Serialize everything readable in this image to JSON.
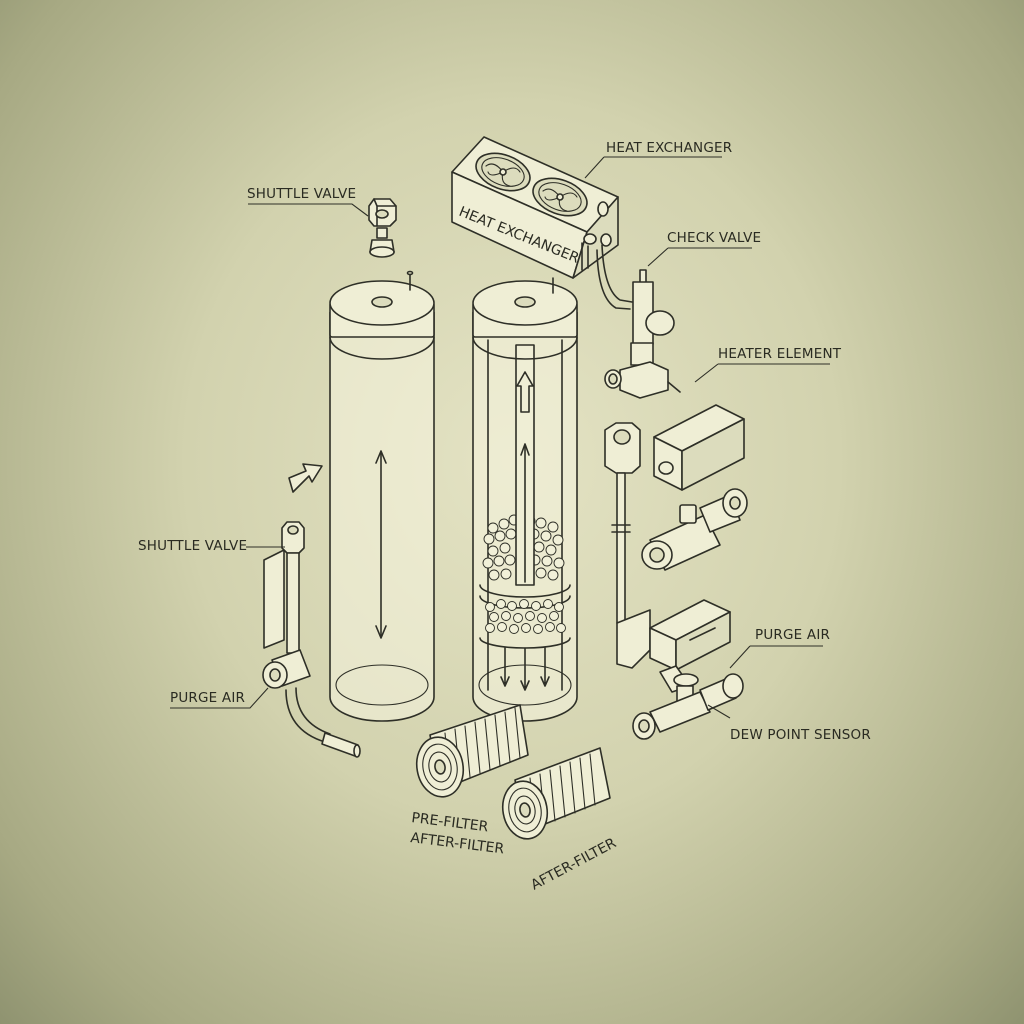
{
  "labels": {
    "heat_exchanger_callout": "HEAT EXCHANGER",
    "heat_exchanger_body": "HEAT EXCHANGER",
    "shuttle_valve_top": "SHUTTLE VALVE",
    "check_valve": "CHECK VALVE",
    "heater_element": "HEATER ELEMENT",
    "shuttle_valve_left": "SHUTTLE VALVE",
    "purge_air_left": "PURGE AIR",
    "purge_air_right": "PURGE AIR",
    "dew_point_sensor": "DEW POINT SENSOR",
    "pre_filter": "PRE-FILTER",
    "after_filter_left": "AFTER-FILTER",
    "after_filter_right": "AFTER-FILTER"
  },
  "colors": {
    "background": "#d8d7b6",
    "line": "#2e2f27",
    "paper": "#efeed5"
  }
}
